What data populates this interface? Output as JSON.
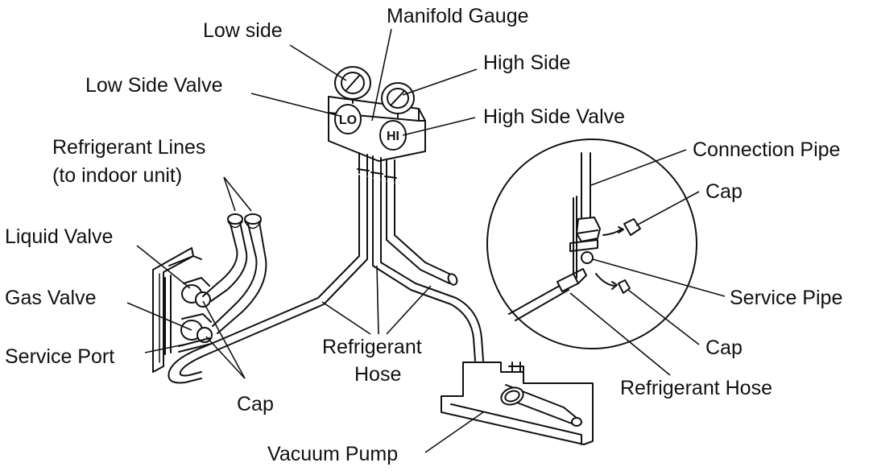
{
  "labels": {
    "manifold_gauge": "Manifold Gauge",
    "low_side": "Low side",
    "high_side": "High Side",
    "low_side_valve": "Low Side Valve",
    "high_side_valve": "High Side Valve",
    "refrigerant_lines_1": "Refrigerant Lines",
    "refrigerant_lines_2": "(to indoor unit)",
    "liquid_valve": "Liquid Valve",
    "gas_valve": "Gas Valve",
    "service_port": "Service Port",
    "cap_left": "Cap",
    "refrigerant_hose_1": "Refrigerant",
    "refrigerant_hose_2": "Hose",
    "vacuum_pump": "Vacuum Pump",
    "connection_pipe": "Connection Pipe",
    "cap_top": "Cap",
    "service_pipe": "Service Pipe",
    "cap_bottom": "Cap",
    "refrigerant_hose_detail": "Refrigerant Hose"
  },
  "gauge_marks": {
    "lo": "LO",
    "hi": "HI"
  }
}
